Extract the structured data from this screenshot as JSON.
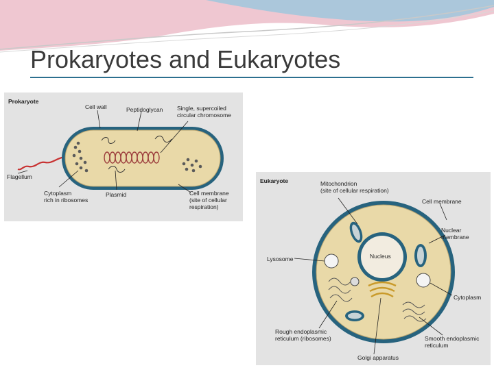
{
  "slide": {
    "title": "Prokaryotes and Eukaryotes"
  },
  "colors": {
    "accent_rule": "#2c6f8f",
    "cell_fill": "#e9d9a8",
    "cell_wall": "#27637e",
    "chromosome": "#9b3b3b",
    "flagellum": "#c83232",
    "figure_bg": "#e3e3e3"
  },
  "prokaryote": {
    "heading": "Prokaryote",
    "labels": {
      "cell_wall": "Cell wall",
      "peptidoglycan": "Peptidoglycan",
      "chromosome": "Single, supercoiled\ncircular chromosome",
      "flagellum": "Flagellum",
      "cytoplasm": "Cytoplasm\nrich in ribosomes",
      "plasmid": "Plasmid",
      "cell_membrane": "Cell membrane\n(site of cellular\nrespiration)"
    }
  },
  "eukaryote": {
    "heading": "Eukaryote",
    "labels": {
      "mitochondrion": "Mitochondrion\n(site of cellular respiration)",
      "cell_membrane": "Cell membrane",
      "nuclear_membrane": "Nuclear\nmembrane",
      "nucleus": "Nucleus",
      "lysosome": "Lysosome",
      "cytoplasm": "Cytoplasm",
      "rough_er": "Rough endoplasmic\nreticulum (ribosomes)",
      "smooth_er": "Smooth endoplasmic\nreticulum",
      "golgi": "Golgi apparatus"
    }
  }
}
